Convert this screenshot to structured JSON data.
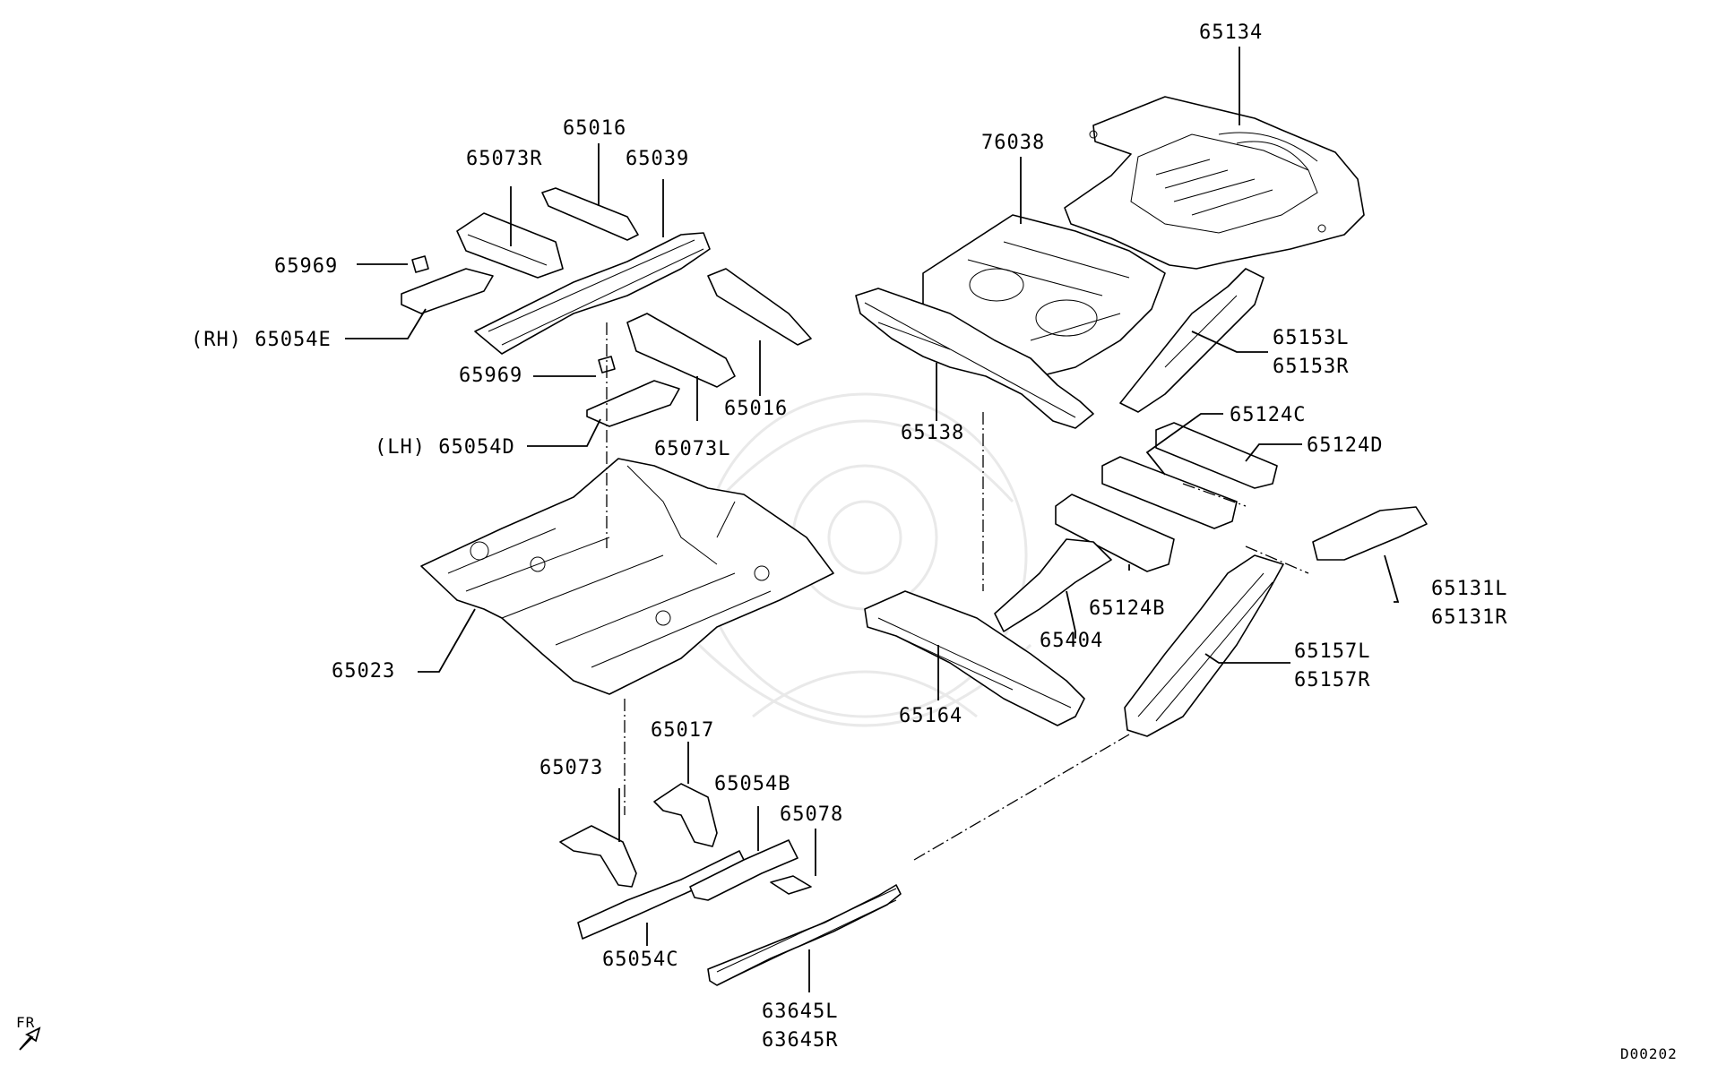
{
  "diagram": {
    "labels": {
      "p65134": "65134",
      "p76038": "76038",
      "p65016a": "65016",
      "p65073R": "65073R",
      "p65039": "65039",
      "p65969a": "65969",
      "p65054E": "(RH) 65054E",
      "p65969b": "65969",
      "p65054D": "(LH) 65054D",
      "p65073L": "65073L",
      "p65016b": "65016",
      "p65138": "65138",
      "p65153": [
        "65153L",
        "65153R"
      ],
      "p65124C": "65124C",
      "p65124D": "65124D",
      "p65131": [
        "65131L",
        "65131R"
      ],
      "p65124B": "65124B",
      "p65404": "65404",
      "p65157": [
        "65157L",
        "65157R"
      ],
      "p65023": "65023",
      "p65164": "65164",
      "p65017": "65017",
      "p65073": "65073",
      "p65054B": "65054B",
      "p65078": "65078",
      "p65054C": "65054C",
      "p63645": [
        "63645L",
        "63645R"
      ]
    },
    "orientation_mark": "FR",
    "diagram_code": "D00202",
    "icons": [
      "front-direction-arrow-icon"
    ]
  }
}
